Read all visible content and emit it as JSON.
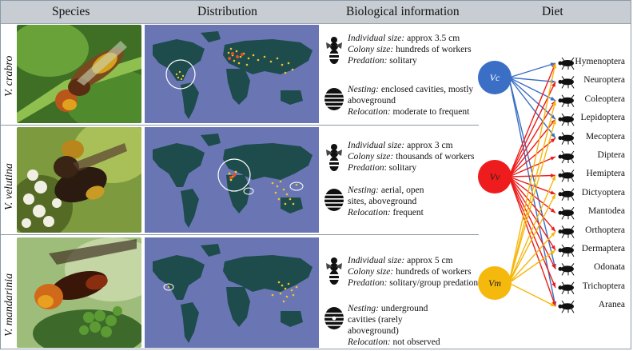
{
  "headers": {
    "species": "Species",
    "distribution": "Distribution",
    "bio": "Biological information",
    "diet": "Diet"
  },
  "rows": [
    {
      "species": "V. crabro",
      "individual_label": "Individual size:",
      "individual_value": " approx 3.5 cm",
      "colony_label": "Colony size:",
      "colony_value": " hundreds of workers",
      "predation_label": "Predation:",
      "predation_value": " solitary",
      "nesting_label": "Nesting:",
      "nesting_value": " enclosed cavities, mostly aboveground",
      "relocation_label": "Relocation:",
      "relocation_value": " moderate to frequent"
    },
    {
      "species": "V. velutina",
      "individual_label": "Individual size:",
      "individual_value": " approx 3 cm",
      "colony_label": "Colony size:",
      "colony_value": " thousands of workers",
      "predation_label": "Predation",
      "predation_value": ": solitary",
      "nesting_label": "Nesting:",
      "nesting_value": " aerial, open sites, aboveground",
      "relocation_label": "Relocation:",
      "relocation_value": " frequent"
    },
    {
      "species": "V. mandarinia",
      "individual_label": "Individual size:",
      "individual_value": " approx 5 cm",
      "colony_label": "Colony size:",
      "colony_value": " hundreds of workers",
      "predation_label": "Predation:",
      "predation_value": " solitary/group predation",
      "nesting_label": "Nesting:",
      "nesting_value": " underground cavities (rarely aboveground)",
      "relocation_label": "Relocation:",
      "relocation_value": " not observed"
    }
  ],
  "diet": {
    "nodes": [
      {
        "label": "Vc",
        "color": "#3b6fc6"
      },
      {
        "label": "Vv",
        "color": "#ee1c1c"
      },
      {
        "label": "Vm",
        "color": "#f5b80c"
      }
    ],
    "taxa": [
      "Hymenoptera",
      "Neuroptera",
      "Coleoptera",
      "Lepidoptera",
      "Mecoptera",
      "Diptera",
      "Hemiptera",
      "Dictyoptera",
      "Mantodea",
      "Orthoptera",
      "Dermaptera",
      "Odonata",
      "Trichoptera",
      "Aranea"
    ],
    "links": {
      "Vc": [
        0,
        1,
        2,
        3,
        4,
        11,
        13
      ],
      "Vv": [
        0,
        1,
        2,
        3,
        4,
        5,
        6,
        7,
        8,
        9,
        10,
        11,
        12,
        13
      ],
      "Vm": [
        0,
        2,
        3,
        6,
        7,
        9,
        10,
        13
      ]
    }
  },
  "colors": {
    "header_bg": "#c7cdd2",
    "map_ocean": "#6a76b4",
    "map_land": "#1e4b4b",
    "distribution_dots": "#f2c62a"
  }
}
